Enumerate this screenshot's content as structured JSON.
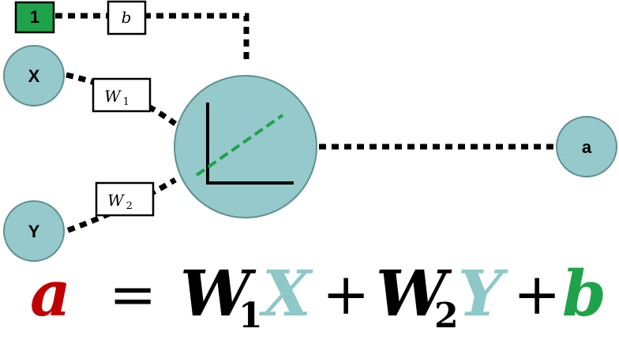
{
  "diagram": {
    "bias_input": {
      "label": "1",
      "color": "#1fa34a"
    },
    "bias_weight": {
      "label": "b"
    },
    "input_x": {
      "label": "X"
    },
    "input_y": {
      "label": "Y"
    },
    "weight_1": {
      "label": "W",
      "subscript": "1"
    },
    "weight_2": {
      "label": "W",
      "subscript": "2"
    },
    "output": {
      "label": "a"
    },
    "node_color": "#95c9cb",
    "line_color": "#1fa34a"
  },
  "equation": {
    "lhs": "a",
    "equals": "=",
    "w1": "W",
    "w1_sub": "1",
    "x": "X",
    "plus1": "+",
    "w2": "W",
    "w2_sub": "2",
    "y": "Y",
    "plus2": "+",
    "b": "b",
    "colors": {
      "a": "#c00000",
      "w": "#000000",
      "xy": "#8ec8c8",
      "b": "#1fa34a"
    }
  }
}
